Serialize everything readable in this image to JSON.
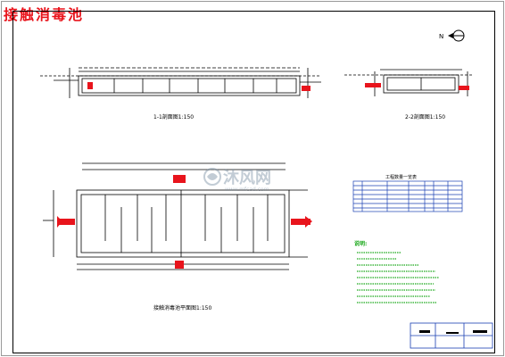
{
  "page": {
    "title": "接触消毒池"
  },
  "drawing": {
    "section_1_label": "1-1剖面图1:150",
    "section_2_label": "2-2剖面图1:150",
    "plan_label": "接触消毒池平面图1:150",
    "north_mark": "N"
  },
  "watermark": {
    "brand": "沐风网",
    "url": "www.mfcad.com"
  },
  "table": {
    "title": "工程数量一览表"
  },
  "notes": {
    "heading": "说明:"
  },
  "colors": {
    "title": "#e8141c",
    "pipe": "#e8141c",
    "notes": "#1aa81a",
    "table_border": "#1a3fb3",
    "frame": "#000000"
  }
}
